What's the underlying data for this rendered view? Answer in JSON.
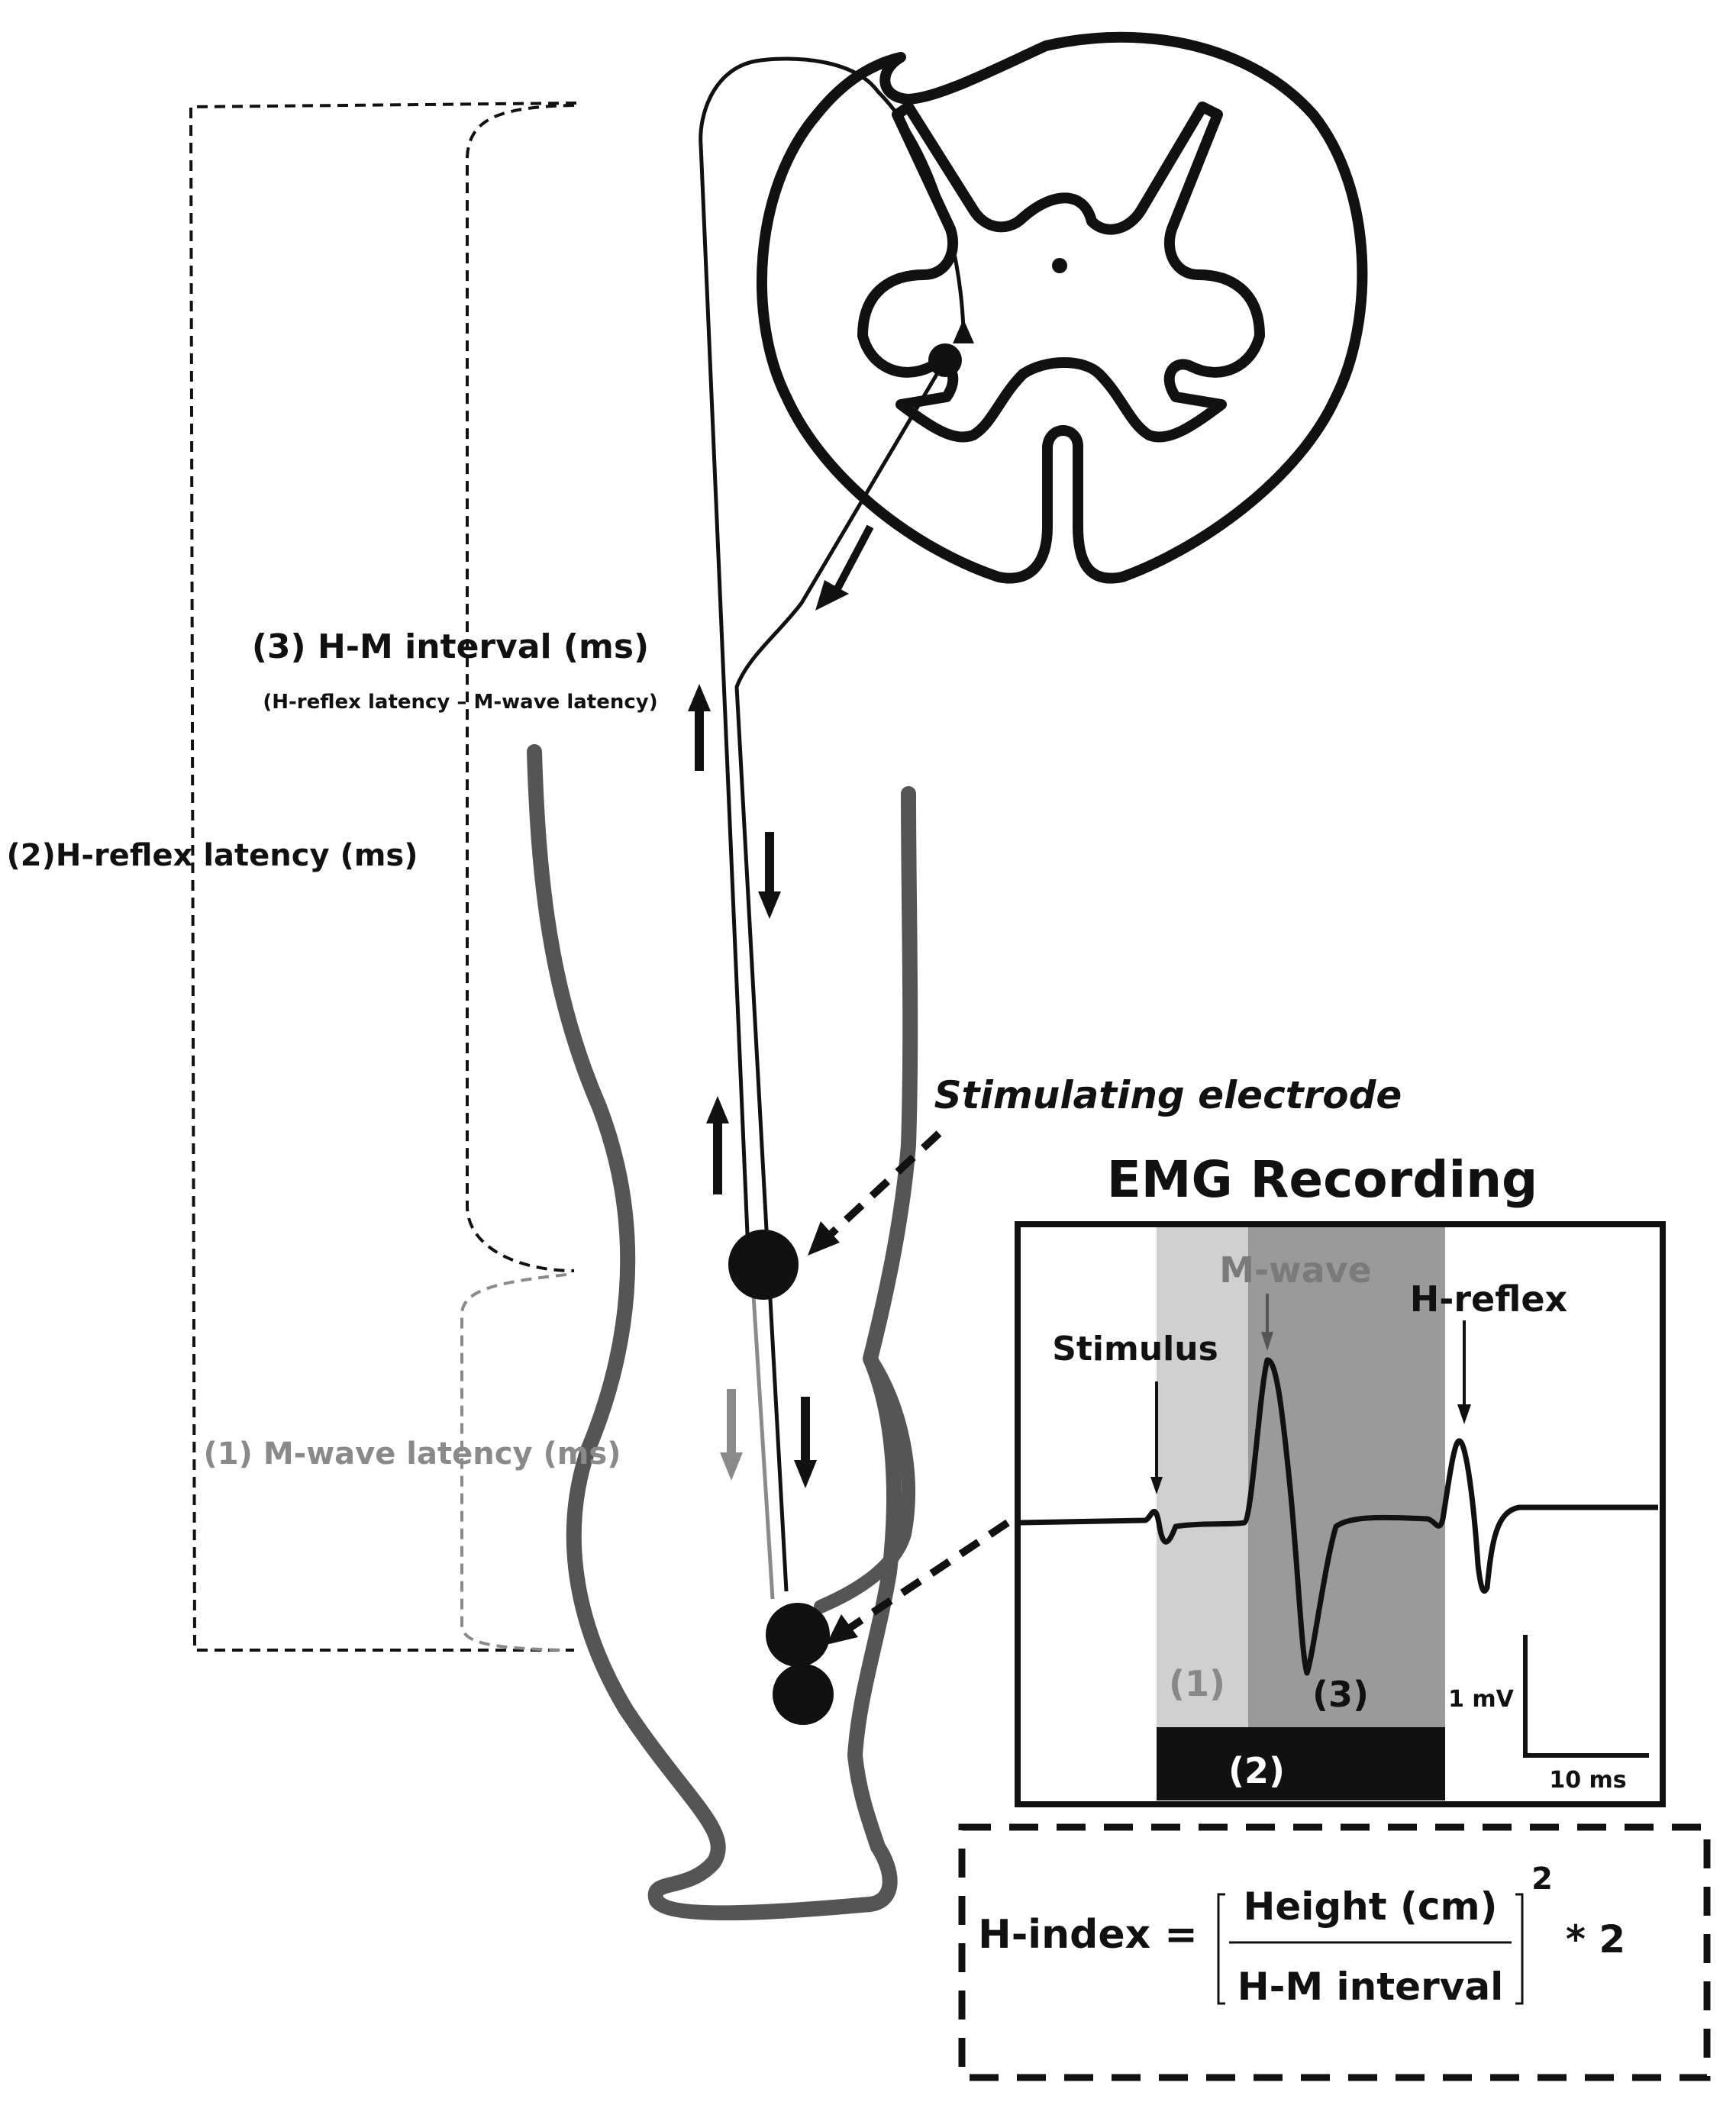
{
  "labels": {
    "hm_interval": "(3) H-M interval (ms)",
    "hm_interval_formula": "(H-reflex latency – M-wave latency)",
    "h_reflex_latency": "(2)H-reflex latency (ms)",
    "m_wave_latency": "(1) M-wave latency (ms)",
    "stimulating_electrode": "Stimulating electrode"
  },
  "emg": {
    "title": "EMG Recording",
    "m_wave": "M-wave",
    "h_reflex": "H-reflex",
    "stimulus": "Stimulus",
    "region_1": "(1)",
    "region_2": "(2)",
    "region_3": "(3)",
    "scale_voltage": "1 mV",
    "scale_time": "10 ms"
  },
  "formula": {
    "lhs": "H-index =",
    "numerator": "Height (cm)",
    "denominator": "H-M interval",
    "exponent": "2",
    "multiplier": "* 2"
  },
  "colors": {
    "line": "#111111",
    "leg": "#555555",
    "m_wave_grey": "#8a8a8a",
    "region_1_fill": "#d0d0d0",
    "region_3_fill": "#9a9a9a",
    "region_2_fill": "#111111"
  }
}
